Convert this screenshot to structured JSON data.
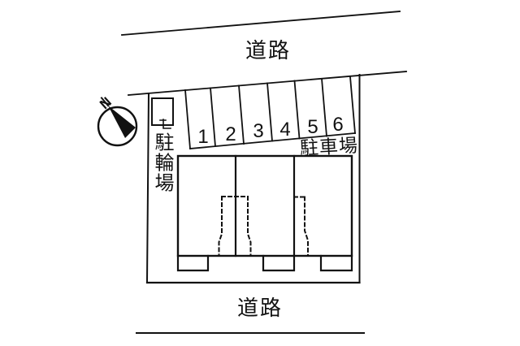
{
  "plan": {
    "road_top_label": "道路",
    "road_bottom_label": "道路",
    "parking_label": "駐車場",
    "bicycle_parking_label": "駐輪場",
    "compass_north_label": "N",
    "stall_numbers": [
      "1",
      "2",
      "3",
      "4",
      "5",
      "6"
    ]
  },
  "colors": {
    "ink": "#111111",
    "paper": "#ffffff"
  }
}
